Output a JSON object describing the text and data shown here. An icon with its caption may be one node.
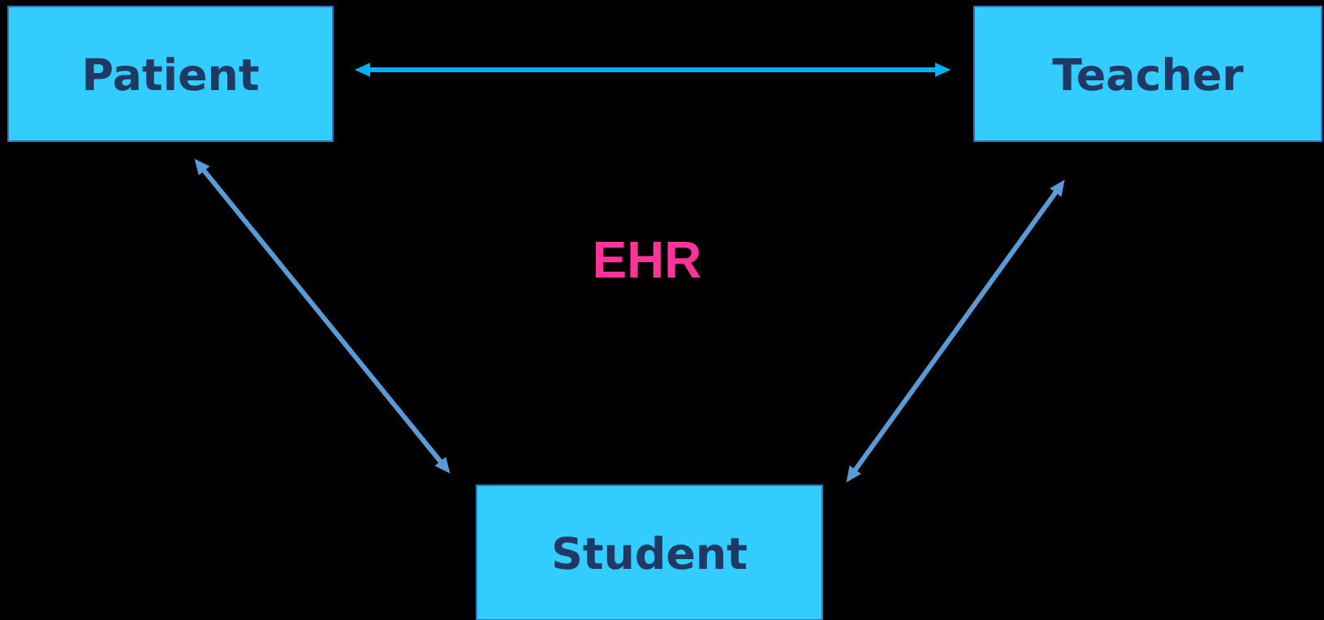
{
  "diagram": {
    "nodes": [
      {
        "text": [
          "Patient"
        ]
      },
      {
        "text": [
          "Teacher"
        ]
      },
      {
        "text": [
          "Student"
        ]
      }
    ],
    "edges": [
      {
        "from": 0,
        "to": 1,
        "arrow": "both",
        "color": "#00b0f0"
      },
      {
        "from": 0,
        "to": 2,
        "arrow": "both"
      },
      {
        "from": 1,
        "to": 2,
        "arrow": "both"
      }
    ],
    "labels": [
      "EHR"
    ]
  }
}
